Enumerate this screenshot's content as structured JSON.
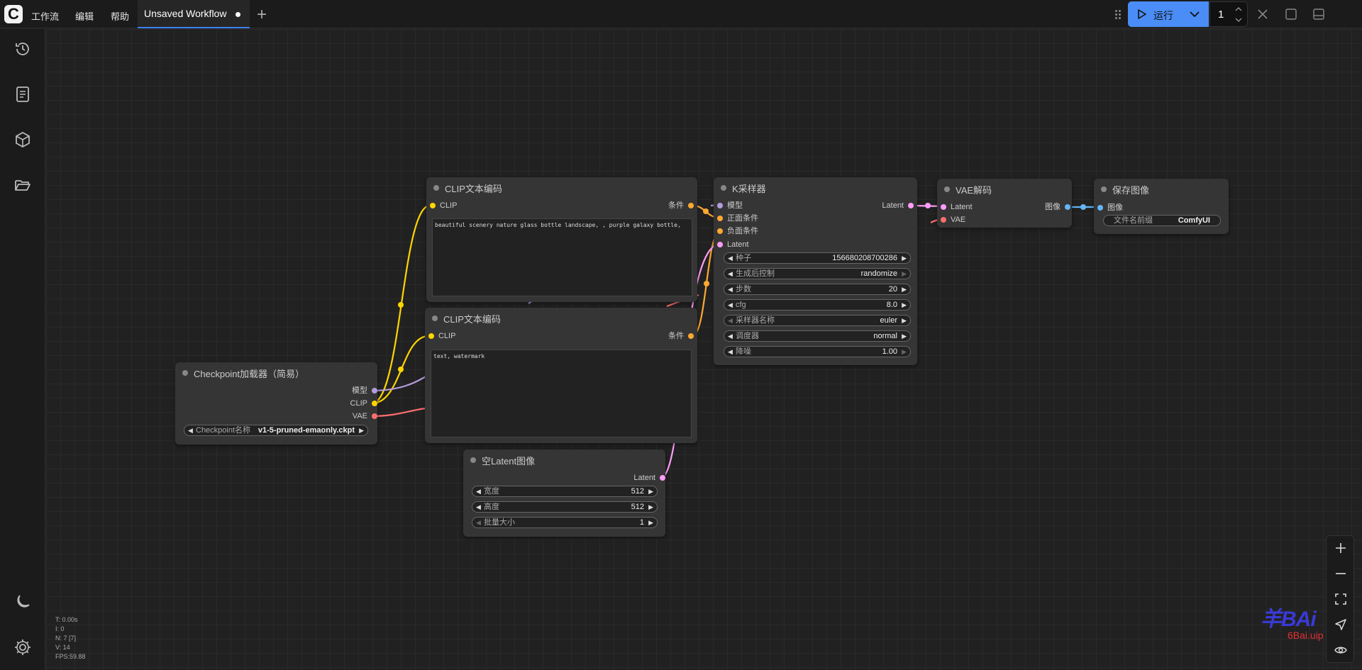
{
  "menu": {
    "workflow": "工作流",
    "edit": "编辑",
    "help": "帮助"
  },
  "tab": {
    "title": "Unsaved Workflow"
  },
  "toolbar": {
    "run_label": "运行",
    "queue_count": "1"
  },
  "colors": {
    "accent": "#4a8df6",
    "clip": "#ffd500",
    "model": "#b39ddb",
    "vae": "#ff6e6e",
    "conditioning": "#ffa931",
    "latent": "#ff9cf9",
    "image": "#64b5f6"
  },
  "nodes": {
    "clip_pos": {
      "title": "CLIP文本编码",
      "in_clip": "CLIP",
      "out_cond": "条件",
      "text": "beautiful scenery nature glass bottle landscape, , purple galaxy bottle,"
    },
    "clip_neg": {
      "title": "CLIP文本编码",
      "in_clip": "CLIP",
      "out_cond": "条件",
      "text": "text, watermark"
    },
    "checkpoint": {
      "title": "Checkpoint加载器（简易）",
      "out_model": "模型",
      "out_clip": "CLIP",
      "out_vae": "VAE",
      "w_label": "Checkpoint名称",
      "w_value": "v1-5-pruned-emaonly.ckpt"
    },
    "ksampler": {
      "title": "K采样器",
      "in_model": "模型",
      "in_pos": "正面条件",
      "in_neg": "负面条件",
      "in_latent": "Latent",
      "out_latent": "Latent",
      "widgets": [
        {
          "label": "种子",
          "value": "156680208700286"
        },
        {
          "label": "生成后控制",
          "value": "randomize"
        },
        {
          "label": "步数",
          "value": "20"
        },
        {
          "label": "cfg",
          "value": "8.0"
        },
        {
          "label": "采样器名称",
          "value": "euler"
        },
        {
          "label": "调度器",
          "value": "normal"
        },
        {
          "label": "降噪",
          "value": "1.00"
        }
      ]
    },
    "vae_decode": {
      "title": "VAE解码",
      "in_latent": "Latent",
      "in_vae": "VAE",
      "out_image": "图像"
    },
    "save_image": {
      "title": "保存图像",
      "in_image": "图像",
      "w_label": "文件名前缀",
      "w_value": "ComfyUI"
    },
    "empty_latent": {
      "title": "空Latent图像",
      "out_latent": "Latent",
      "widgets": [
        {
          "label": "宽度",
          "value": "512"
        },
        {
          "label": "高度",
          "value": "512"
        },
        {
          "label": "批量大小",
          "value": "1"
        }
      ]
    }
  },
  "stats": {
    "t": "T: 0.00s",
    "i": "I: 0",
    "n": "N: 7 [7]",
    "v": "V: 14",
    "fps": "FPS:59.88"
  },
  "watermark": {
    "brand": "羊BAi",
    "url": "6Bai.uip"
  }
}
